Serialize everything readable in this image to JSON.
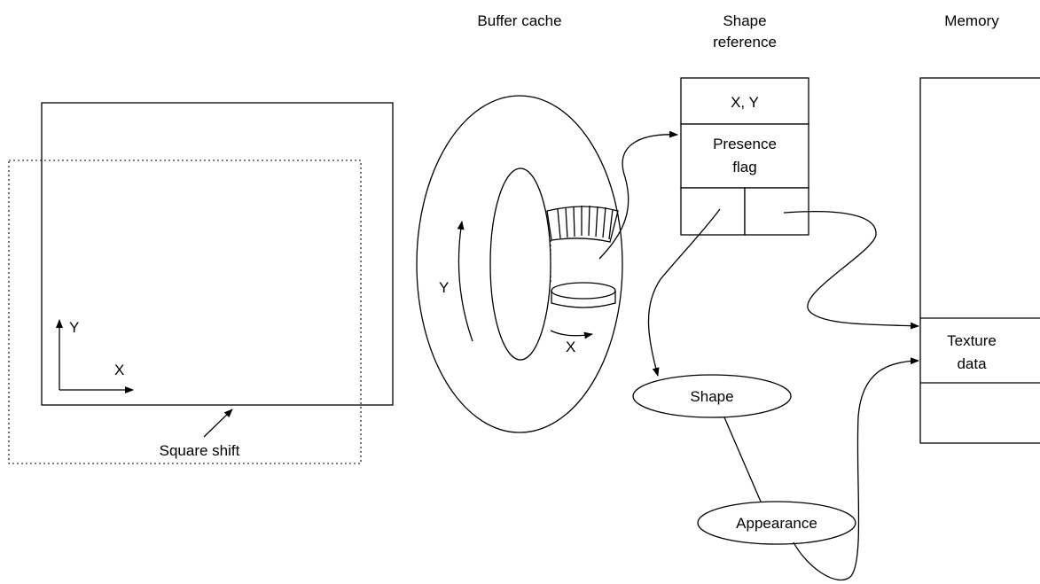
{
  "labels": {
    "buffer_cache": "Buffer cache",
    "shape_reference_line1": "Shape",
    "shape_reference_line2": "reference",
    "memory": "Memory",
    "xy": "X, Y",
    "presence_flag_line1": "Presence",
    "presence_flag_line2": "flag",
    "texture_data_line1": "Texture",
    "texture_data_line2": "data",
    "shape": "Shape",
    "appearance": "Appearance",
    "square_shift": "Square shift",
    "axis_x": "X",
    "axis_y": "Y",
    "torus_x": "X",
    "torus_y": "Y"
  }
}
